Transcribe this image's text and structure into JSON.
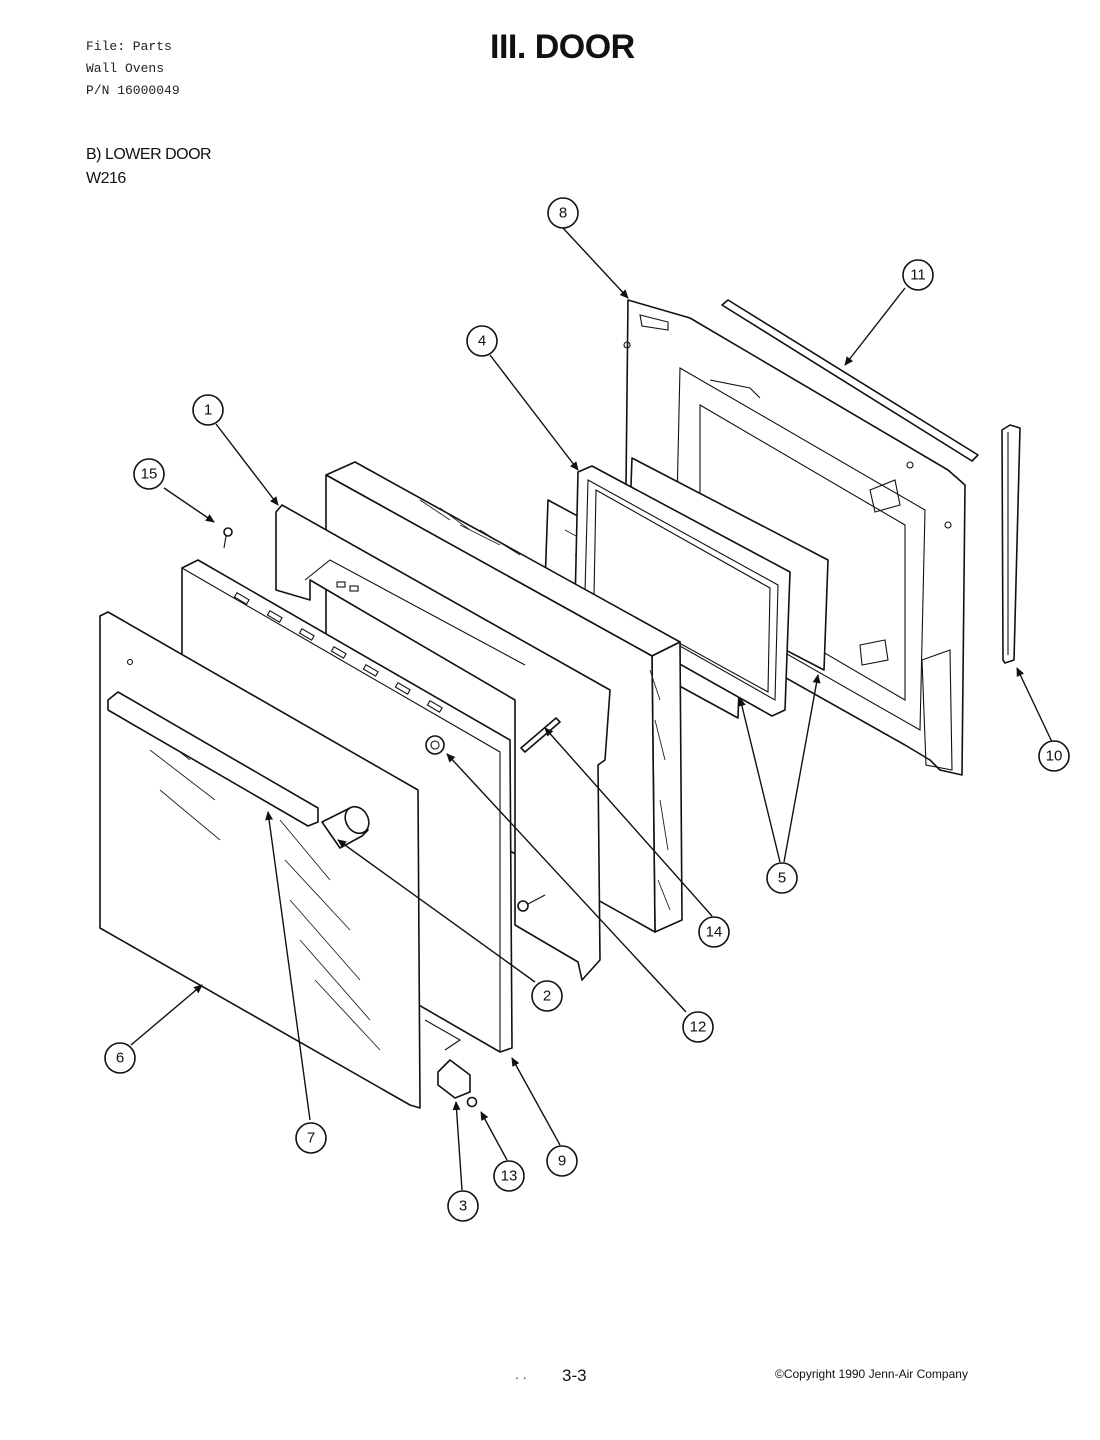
{
  "header": {
    "file_line": "File: Parts",
    "product_line": "Wall Ovens",
    "part_number_line": "P/N 16000049",
    "title": "III. DOOR"
  },
  "section": {
    "name": "B) LOWER DOOR",
    "model": "W216"
  },
  "callouts": [
    "1",
    "2",
    "3",
    "4",
    "5",
    "6",
    "7",
    "8",
    "9",
    "10",
    "11",
    "12",
    "13",
    "14",
    "15"
  ],
  "footer": {
    "dots": ". .",
    "page": "3-3",
    "copyright": "©Copyright 1990 Jenn-Air Company"
  }
}
